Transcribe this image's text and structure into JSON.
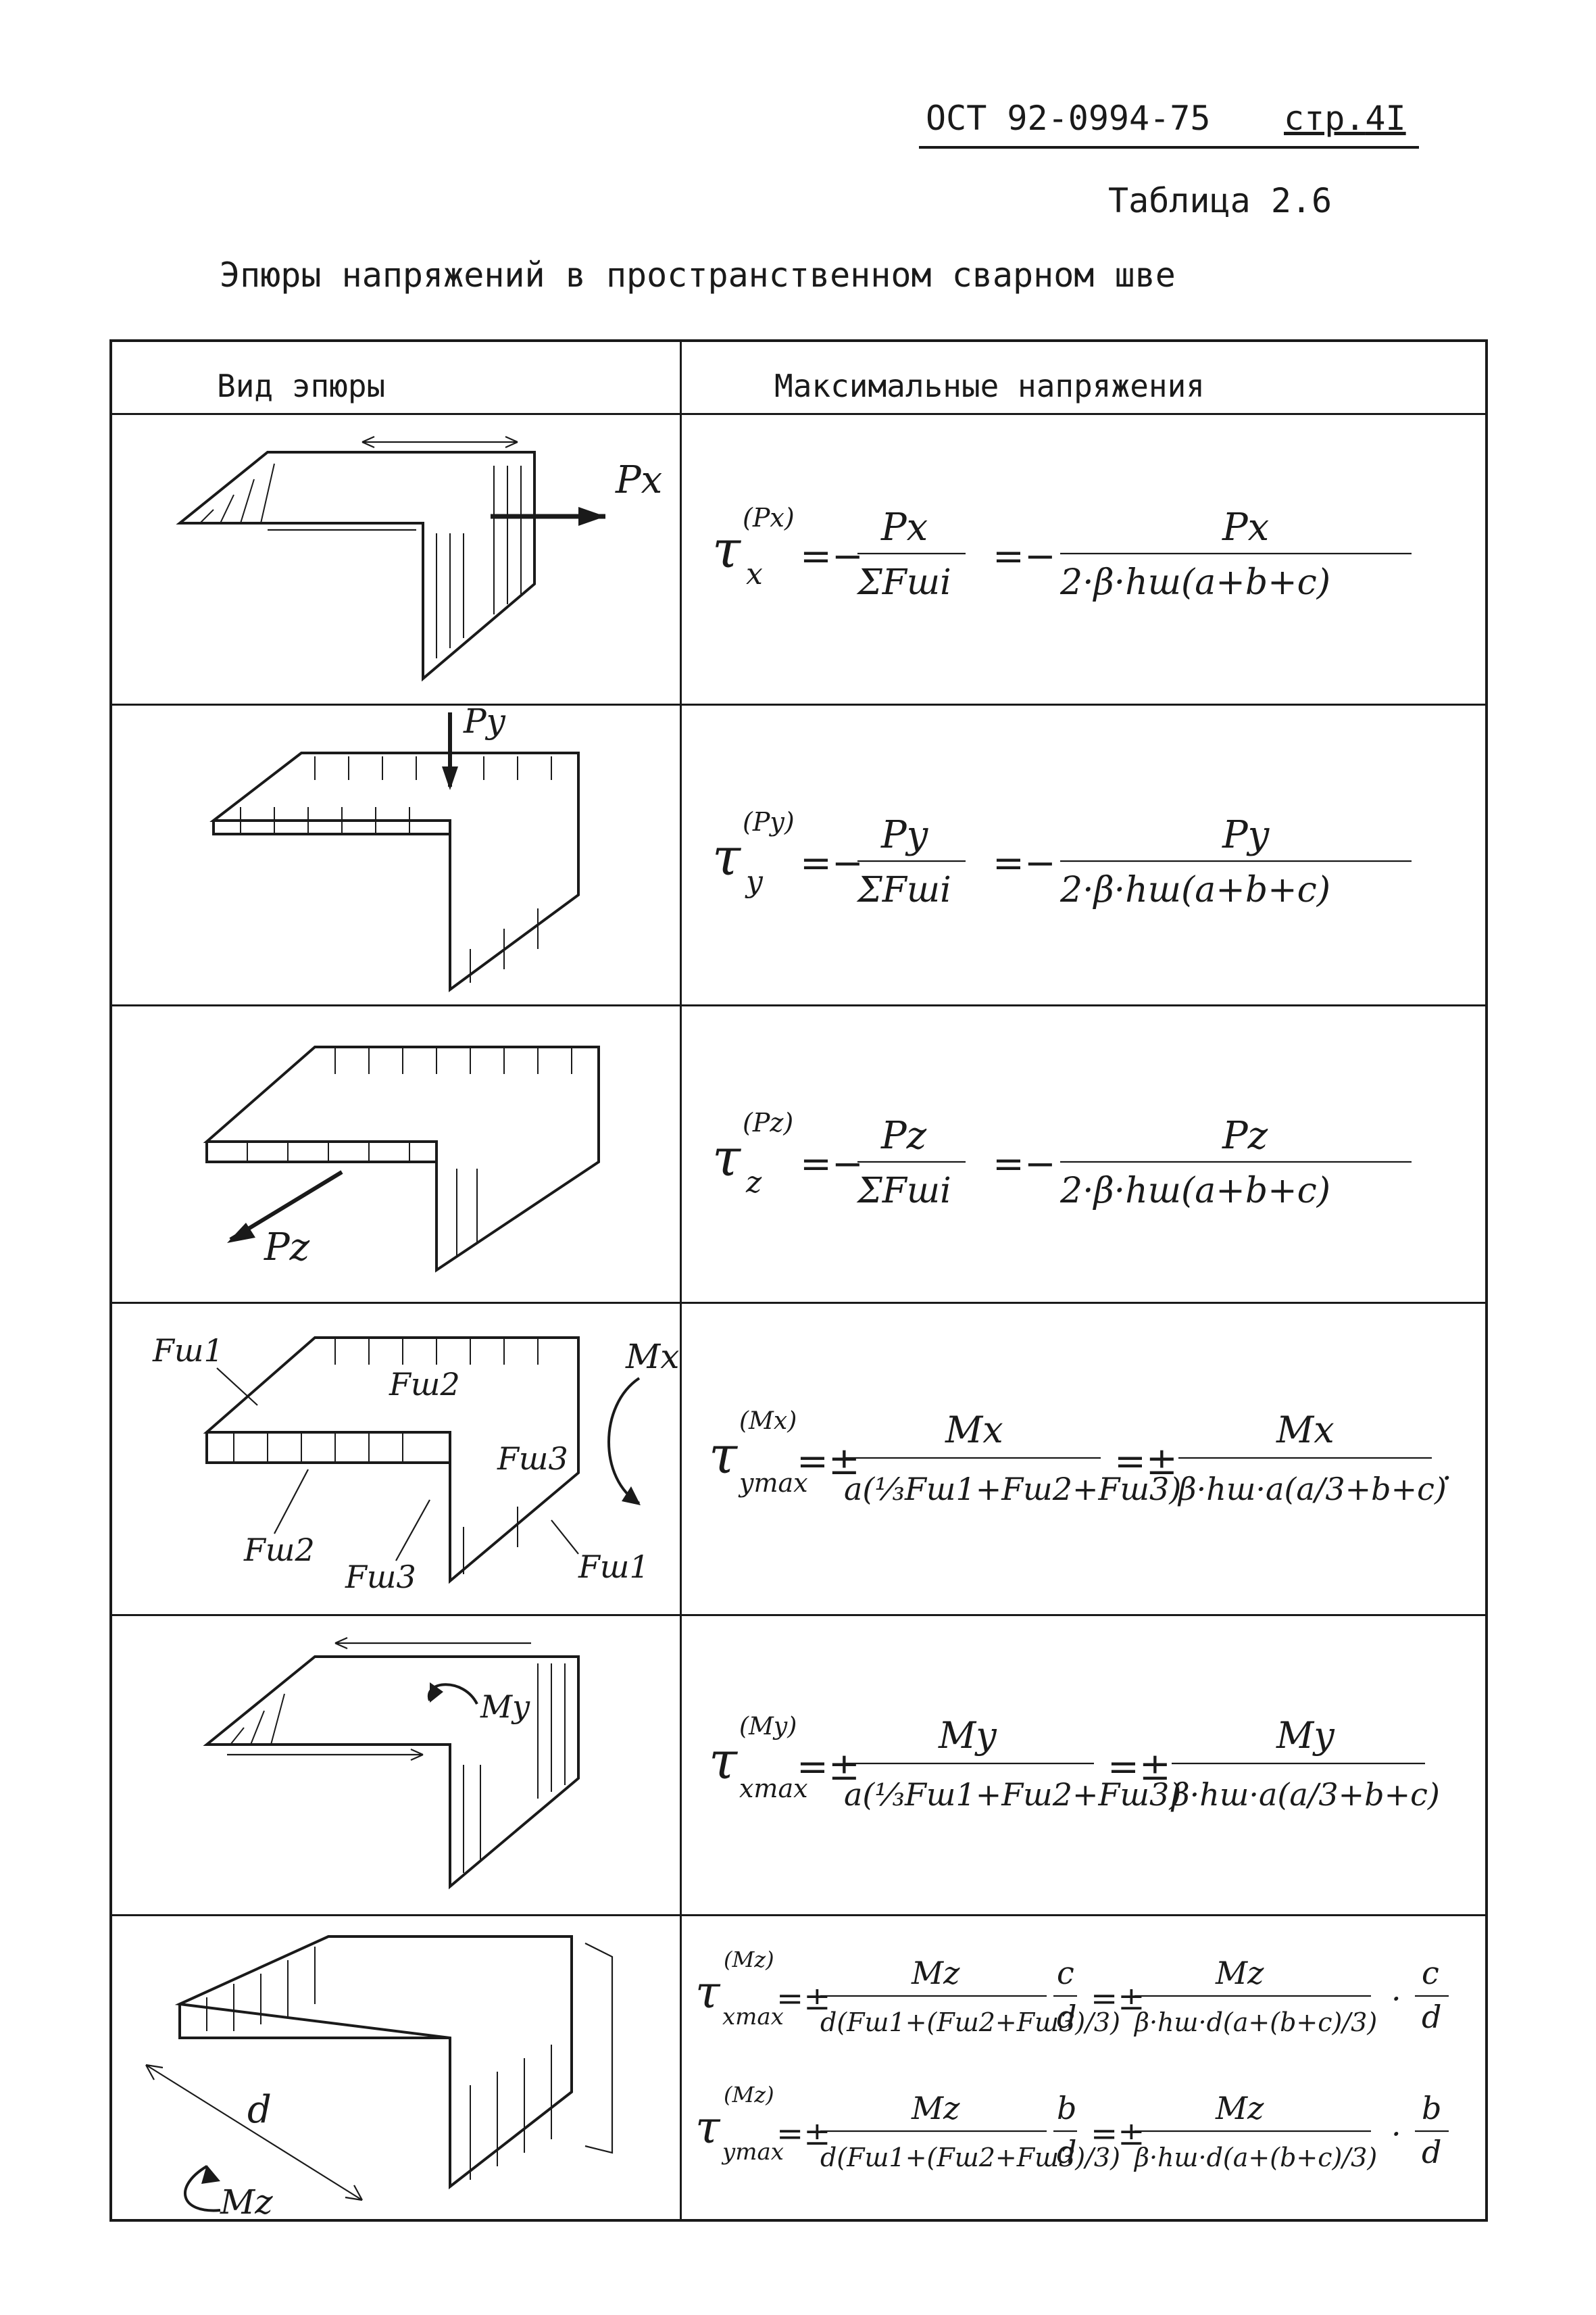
{
  "header": {
    "code": "ОСТ 92-0994-75",
    "page_label": "стр.",
    "page_number": "4I"
  },
  "table_label": "Таблица 2.6",
  "title": "Эпюры напряжений в пространственном сварном шве",
  "table": {
    "col1_header": "Вид эпюры",
    "col2_header": "Максимальные напряжения"
  },
  "rows": [
    {
      "load": "Px",
      "diagram_labels": [
        "Px"
      ]
    },
    {
      "load": "Py",
      "diagram_labels": [
        "Py"
      ]
    },
    {
      "load": "Pz",
      "diagram_labels": [
        "Pz"
      ]
    },
    {
      "load": "Mx",
      "diagram_labels": [
        "Fш1",
        "Fш2",
        "Fш3",
        "Mx",
        "Fш2",
        "Fш3",
        "Fш1"
      ]
    },
    {
      "load": "My",
      "diagram_labels": [
        "My"
      ]
    },
    {
      "load": "Mz",
      "diagram_labels": [
        "d",
        "Mz"
      ]
    }
  ]
}
